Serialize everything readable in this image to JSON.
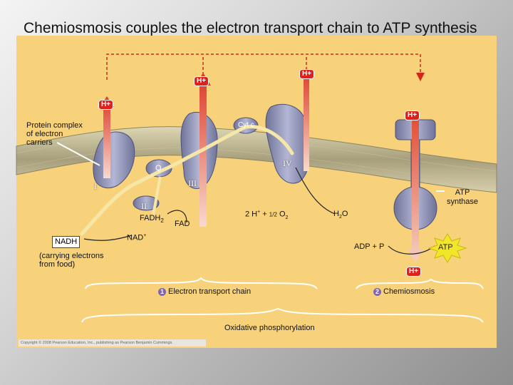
{
  "title": "Chemiosmosis couples the electron transport chain to ATP synthesis",
  "labels": {
    "protein_complex": "Protein complex\nof electron\ncarriers",
    "cyt_c": "Cyt c",
    "q": "Q",
    "complex_i": "I",
    "complex_ii": "II",
    "complex_iii": "III",
    "complex_iv": "IV",
    "fadh2": "FADH",
    "fadh2_sub": "2",
    "fad": "FAD",
    "nadh": "NADH",
    "nad": "NAD",
    "nad_sup": "+",
    "carrying": "(carrying electrons\nfrom food)",
    "water_eq_left": "2 H",
    "water_eq_plus": "+ + ",
    "water_eq_half": "1/2",
    "water_eq_o": "O",
    "water_eq_sub": "2",
    "h2o": "H",
    "h2o_sub": "2",
    "h2o_o": "O",
    "atp_synthase": "ATP\nsynthase",
    "adp": "ADP + P",
    "atp": "ATP",
    "h_plus_1": "H+",
    "h_plus_2": "H+",
    "h_plus_3": "H+",
    "h_plus_4": "H+",
    "h_plus_5": "H+",
    "step1_num": "1",
    "step1": "Electron transport chain",
    "step2_num": "2",
    "step2": "Chemiosmosis",
    "oxphos": "Oxidative phosphorylation",
    "copyright": "Copyright © 2008 Pearson Education, Inc., publishing as Pearson Benjamin Cummings."
  },
  "colors": {
    "background_panel": "#f8d27a",
    "proton_arrow": "#d93a2b",
    "membrane": "#b9b08a",
    "protein": "#8b8fb3",
    "electron_path": "#f5e5a0"
  }
}
